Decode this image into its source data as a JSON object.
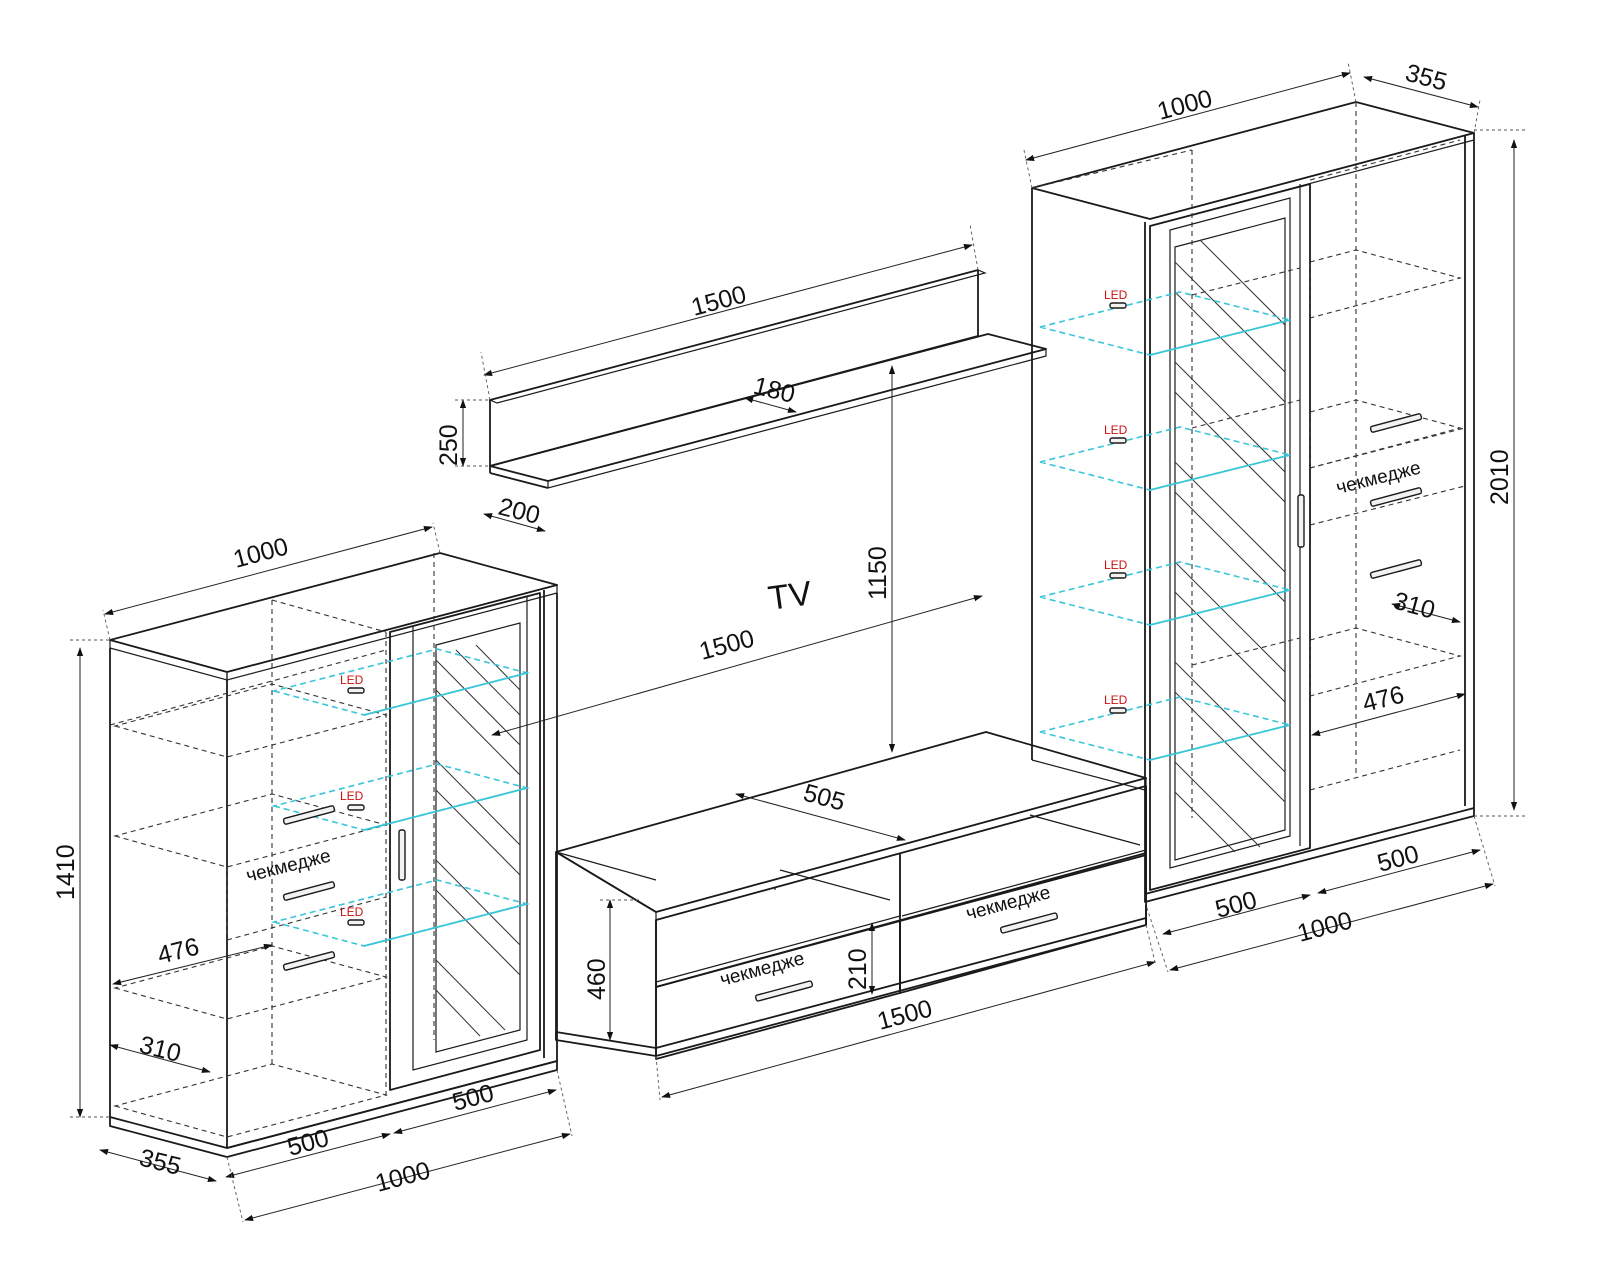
{
  "diagram": {
    "tv_label": "TV",
    "drawer_label": "чекмедже",
    "led_label": "LED"
  },
  "dimensions": {
    "left_cabinet": {
      "width_top": "1000",
      "height": "1410",
      "depth": "355",
      "inner_depth": "310",
      "shelf": "476",
      "section_left": "500",
      "section_right": "500",
      "total_width": "1000"
    },
    "wall_shelf": {
      "width": "1500",
      "height": "250",
      "depth": "200",
      "inner_depth": "180"
    },
    "tv_area": {
      "width": "1500",
      "height": "1150"
    },
    "tv_stand": {
      "width": "1500",
      "height": "460",
      "drawer_height": "210",
      "depth": "505"
    },
    "right_cabinet": {
      "width_top": "1000",
      "depth": "355",
      "height": "2010",
      "inner_depth": "310",
      "shelf": "476",
      "section_left": "500",
      "section_right": "500",
      "total_width": "1000"
    }
  },
  "colors": {
    "line": "#1a1a1a",
    "led_glass": "#39c6d8",
    "led_text": "#cc1111",
    "background": "#ffffff"
  }
}
